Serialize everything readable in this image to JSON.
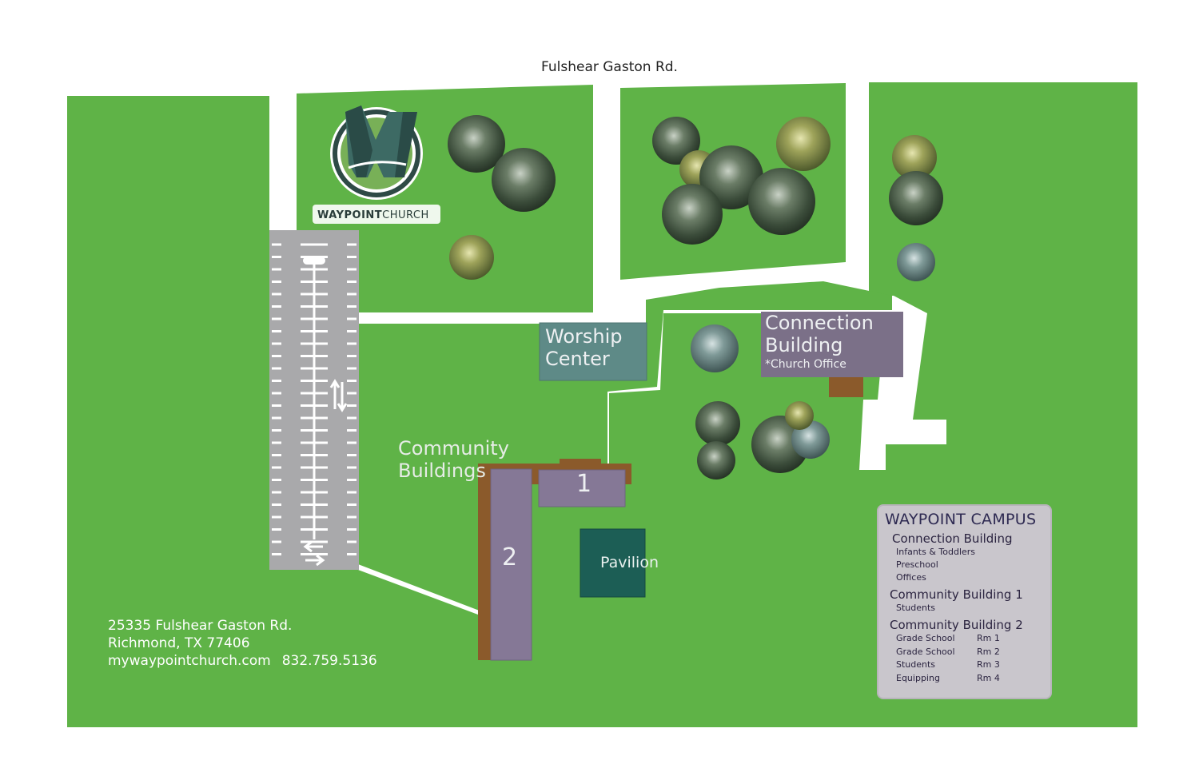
{
  "map": {
    "road": "Fulshear Gaston Rd.",
    "logo_word_bold": "WAYPOINT",
    "logo_word_normal": "CHURCH",
    "buildings": {
      "worship_line1": "Worship",
      "worship_line2": "Center",
      "connection_line1": "Connection",
      "connection_line2": "Building",
      "connection_sub": "*Church Office",
      "community_line1": "Community",
      "community_line2": "Buildings",
      "community1_number": "1",
      "community2_number": "2",
      "pavilion": "Pavilion"
    },
    "address": {
      "street": "25335 Fulshear Gaston Rd.",
      "city": "Richmond, TX 77406",
      "website": "mywaypointchurch.com",
      "phone": "832.759.5136"
    },
    "colors": {
      "grass": "#5fb347",
      "road": "#ffffff",
      "parking": "#a9a9ab",
      "worship": "#5e8a87",
      "connection": "#7b7088",
      "community": "#857896",
      "deck": "#8b5a2b",
      "pavilion": "#1c5e55",
      "legend_bg": "#c9c6cc"
    }
  },
  "legend": {
    "title": "WAYPOINT CAMPUS",
    "connection_title": "Connection Building",
    "connection_items": [
      "Infants & Toddlers",
      "Preschool",
      "Offices"
    ],
    "community1_title": "Community Building 1",
    "community1_items": [
      "Students"
    ],
    "community2_title": "Community Building 2",
    "community2_rows": [
      {
        "name": "Grade School",
        "room": "Rm 1"
      },
      {
        "name": "Grade School",
        "room": "Rm 2"
      },
      {
        "name": "Students",
        "room": "Rm 3"
      },
      {
        "name": "Equipping",
        "room": "Rm 4"
      }
    ]
  }
}
